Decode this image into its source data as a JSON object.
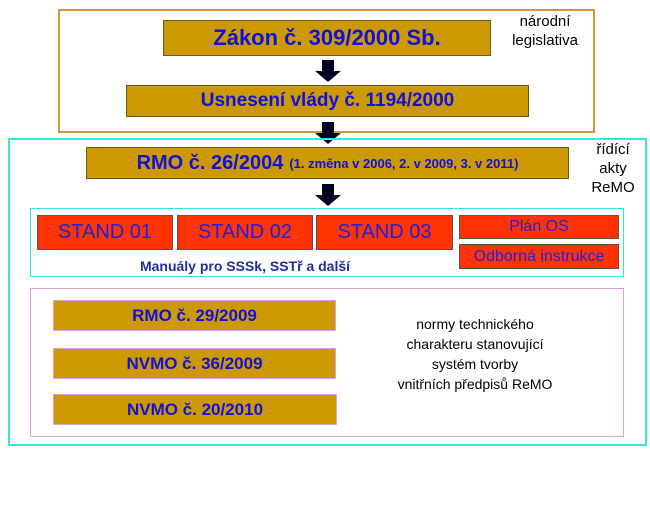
{
  "national": {
    "label": "národní legislativa",
    "law": "Zákon č. 309/2000 Sb.",
    "resolution": "Usnesení vlády č. 1194/2000"
  },
  "remo": {
    "label_lines": [
      "řídící",
      "akty",
      "ReMO"
    ],
    "main_order": "RMO č. 26/2004",
    "main_order_note": "(1. změna v 2006, 2. v 2009, 3. v 2011)",
    "stands": [
      "STAND 01",
      "STAND 02",
      "STAND 03"
    ],
    "plan": "Plán OS",
    "instruction": "Odborná instrukce",
    "manuals": "Manuály pro SSSk, SSTř a další"
  },
  "norms": {
    "items": [
      "RMO č. 29/2009",
      "NVMO č. 36/2009",
      "NVMO č. 20/2010"
    ],
    "description_lines": [
      "normy technického",
      "charakteru stanovující",
      "systém tvorby",
      "vnitřních předpisů ReMO"
    ]
  },
  "colors": {
    "gold": "#CC9900",
    "red": "#FF3300",
    "blue_text": "#1010E0",
    "cyan_border": "#33E5E5",
    "orange_border": "#CC9933",
    "pink_border": "#DDA0DD"
  }
}
